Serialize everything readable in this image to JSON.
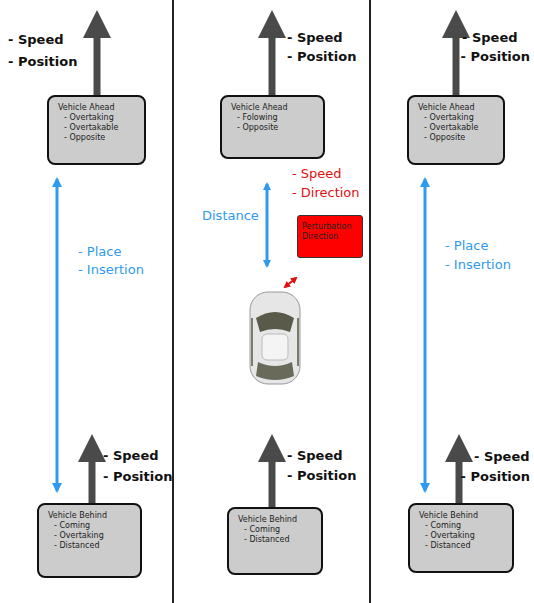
{
  "diagram": {
    "nodes": [
      {
        "text": [
          "Vehicle Ahead",
          "- Overtaking",
          "- Overtakable",
          "- Opposite"
        ]
      },
      {
        "text": [
          "Vehicle Ahead",
          "- Folowing",
          "- Opposite"
        ]
      },
      {
        "text": [
          "Vehicle Ahead",
          "- Overtaking",
          "- Overtakable",
          "- Opposite"
        ]
      },
      {
        "text": [
          "Perturbation Direction"
        ]
      },
      {
        "text": [
          "Vehicle Behind",
          "- Coming",
          "- Overtaking",
          "- Distanced"
        ]
      },
      {
        "text": [
          "Vehicle Behind",
          "- Coming",
          "- Distanced"
        ]
      },
      {
        "text": [
          "Vehicle Behind",
          "- Coming",
          "- Overtaking",
          "- Distanced"
        ]
      }
    ],
    "edges": [
      {
        "from": 0,
        "to": 4,
        "arrow": "both"
      },
      {
        "from": 2,
        "to": 6,
        "arrow": "both"
      }
    ],
    "labels": [
      "- Speed",
      "- Position",
      "- Speed",
      "- Position",
      "- Speed",
      "- Position",
      "- Place",
      "- Insertion",
      "Distance",
      "- Speed",
      "- Direction",
      "- Place",
      "- Insertion",
      "- Speed",
      "- Position",
      "- Speed",
      "- Position",
      "- Speed",
      "- Position"
    ]
  }
}
